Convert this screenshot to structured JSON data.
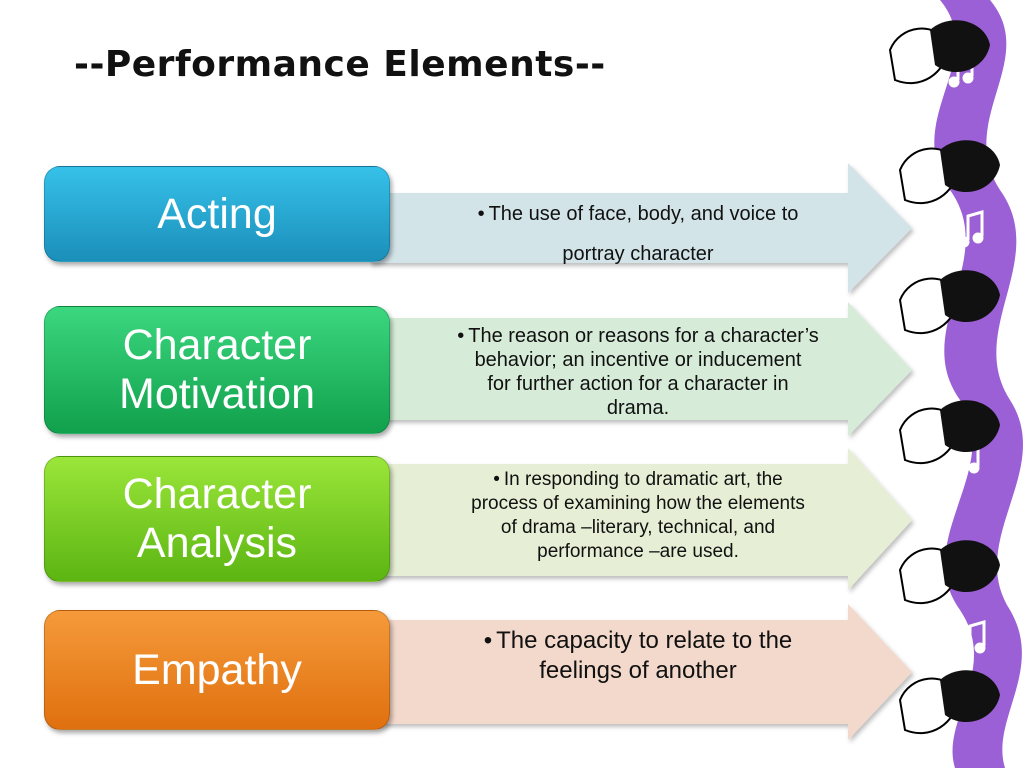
{
  "title": "--Performance Elements--",
  "rows": [
    {
      "term": "Acting",
      "definition_lines": [
        "The use of face, body, and voice to",
        "portray character"
      ],
      "term_color_top": "#36c1e9",
      "term_color_bottom": "#1a8fba",
      "arrow_color": "#d3e4e9"
    },
    {
      "term_lines": [
        "Character",
        "Motivation"
      ],
      "definition_lines": [
        "The reason or reasons for a character’s",
        "behavior; an incentive or inducement",
        "for further action for a character in",
        "drama."
      ],
      "term_color_top": "#3bd77f",
      "term_color_bottom": "#11a04c",
      "arrow_color": "#d6ecd8"
    },
    {
      "term_lines": [
        "Character",
        "Analysis"
      ],
      "definition_lines": [
        "In responding to dramatic art, the",
        "process of examining how the elements",
        "of drama –literary, technical, and",
        "performance –are used."
      ],
      "term_color_top": "#9be63a",
      "term_color_bottom": "#5cb512",
      "arrow_color": "#e6efd5"
    },
    {
      "term": "Empathy",
      "definition_lines": [
        "The capacity to relate to the",
        "feelings of another"
      ],
      "term_color_top": "#f59a3a",
      "term_color_bottom": "#e0700f",
      "arrow_color": "#f3d9cc"
    }
  ],
  "bullet_glyph": "•",
  "decoration": {
    "name": "theatre-masks-ribbon",
    "ribbon_color": "#9b5fd6",
    "accent_color": "#6a3a9e"
  }
}
